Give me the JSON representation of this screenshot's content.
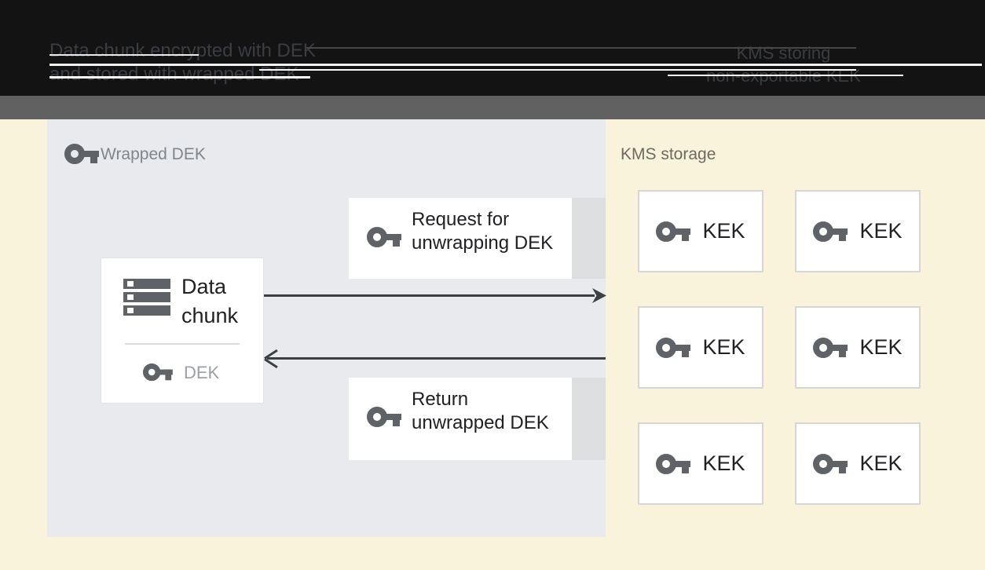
{
  "header": {
    "caption_left": {
      "line1": "Data chunk encrypted with DEK",
      "line2": "and stored with wrapped DEK"
    },
    "caption_right": {
      "line1": "KMS storing",
      "line2": "non-exportable KEK"
    }
  },
  "wrapped_dek_panel": {
    "title": "Wrapped DEK",
    "data_chunk_card": {
      "title_line1": "Data",
      "title_line2": "chunk",
      "key_label": "DEK"
    },
    "request_card": {
      "line1": "Request for",
      "line2": "unwrapping DEK"
    },
    "return_card": {
      "line1": "Return",
      "line2": "unwrapped DEK"
    }
  },
  "kms_panel": {
    "title": "KMS storage",
    "kek_boxes": [
      "KEK",
      "KEK",
      "KEK",
      "KEK",
      "KEK",
      "KEK"
    ]
  },
  "colors": {
    "background": "#faf3dc",
    "header_band": "#131313",
    "header_text": "#3a3d42",
    "gray_band": "#616161",
    "panel": "#e8eaed",
    "icon_gray": "#5f6368",
    "text_dark": "#202124",
    "muted_label": "#80868b",
    "arrow": "#3c4043"
  }
}
